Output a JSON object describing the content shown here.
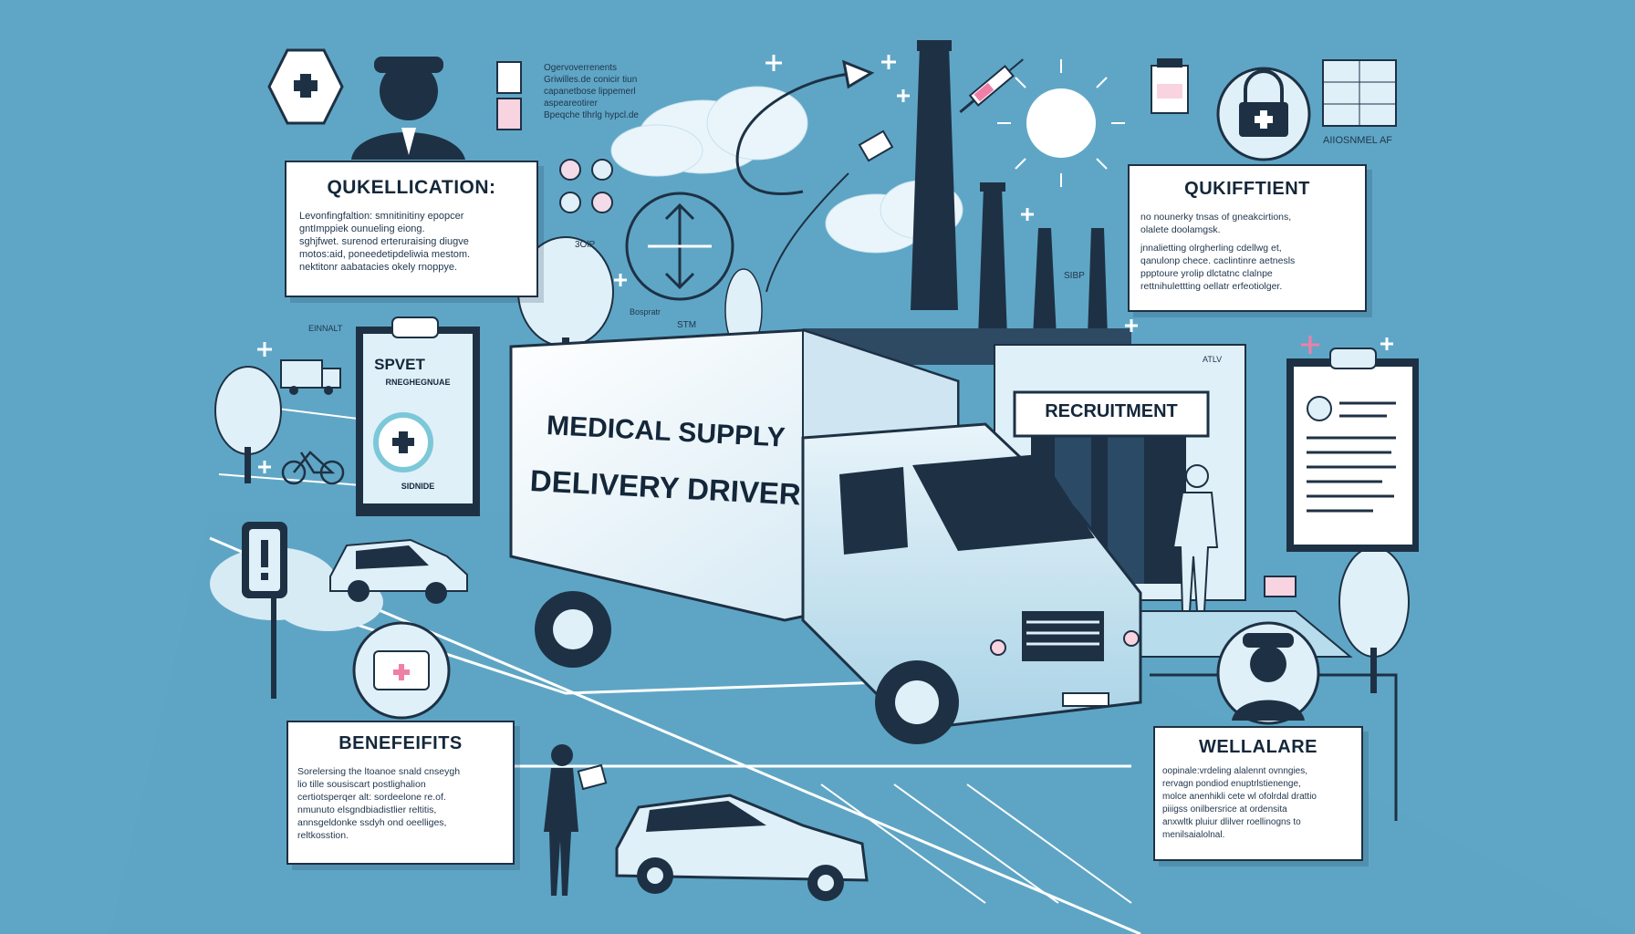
{
  "colors": {
    "background": "#5fa6c6",
    "ink": "#14273a",
    "panel": "#ffffff",
    "light": "#dff0f8",
    "accent_pink": "#f07fa8"
  },
  "qualification_left": {
    "title": "QUKELLICATION:",
    "lines": [
      "Levonfingfaltion: smnitinitiny epopcer",
      "gntImppiek ounueling eiong.",
      "sghjfwet. surenod erteruraising diugve",
      "motos:aid, poneedetipdeliwia mestom.",
      "nektitonr aabatacies okely rnoppye."
    ]
  },
  "qualification_right": {
    "title": "QUKIFFTIENT",
    "lines": [
      "no nounerky tnsas of gneakcirtions,",
      "olalete doolamgsk.",
      "jnnalietting olrgherling cdellwg et,",
      "qanulonp chece. caclintinre aetnesls",
      "ppptoure yrolip dlctatnc clalnpe",
      "rettnihulettting oellatr erfeotiolger."
    ]
  },
  "benefits": {
    "title": "BENEFEIFITS",
    "lines": [
      "Sorelersing the ltoanoe snald cnseygh",
      "lio tille sousiscart postlighalion",
      "certiotsperqer alt: sordeelone re.of.",
      "nmunuto elsgndbiadistlier reltitis,",
      "annsgeldonke ssdyh ond oeelliges,",
      "reltkosstion."
    ]
  },
  "wellalare": {
    "title": "WELLALARE",
    "lines": [
      "oopinale:vrdeling alalennt ovnngies,",
      "rervagn pondiod enuptrlstienenge,",
      "molce anenhikli cete wl ofolrdal drattio",
      "piiigss onilbersrice at ordensita",
      "anxwltk pluiur dlilver roellinogns to",
      "menilsaialolnal."
    ]
  },
  "top_notes": [
    "Ogervoverrenents",
    "Griwilles.de conicir tiun",
    "capanetbose lippemerl",
    "aspeareotirer",
    "Bpeqche tlhrlg hypcl.de"
  ],
  "truck": {
    "line1": "MEDICAL SUPPLY",
    "line2": "DELIVERY DRIVER"
  },
  "recruitment_sign": "RECRUITMENT",
  "clipboard_sign": {
    "line1": "SPVET",
    "line2": "RNEGHEGNUAE",
    "footer": "SIDNIDE"
  },
  "labels": {
    "sallp": "3OlP",
    "bospratr": "Bospratr",
    "stm": "STM",
    "sibp": "SIBP",
    "ainmal": "EINNALT",
    "atlv": "ATLV",
    "top_right": "AIIOSNMEL AF"
  }
}
